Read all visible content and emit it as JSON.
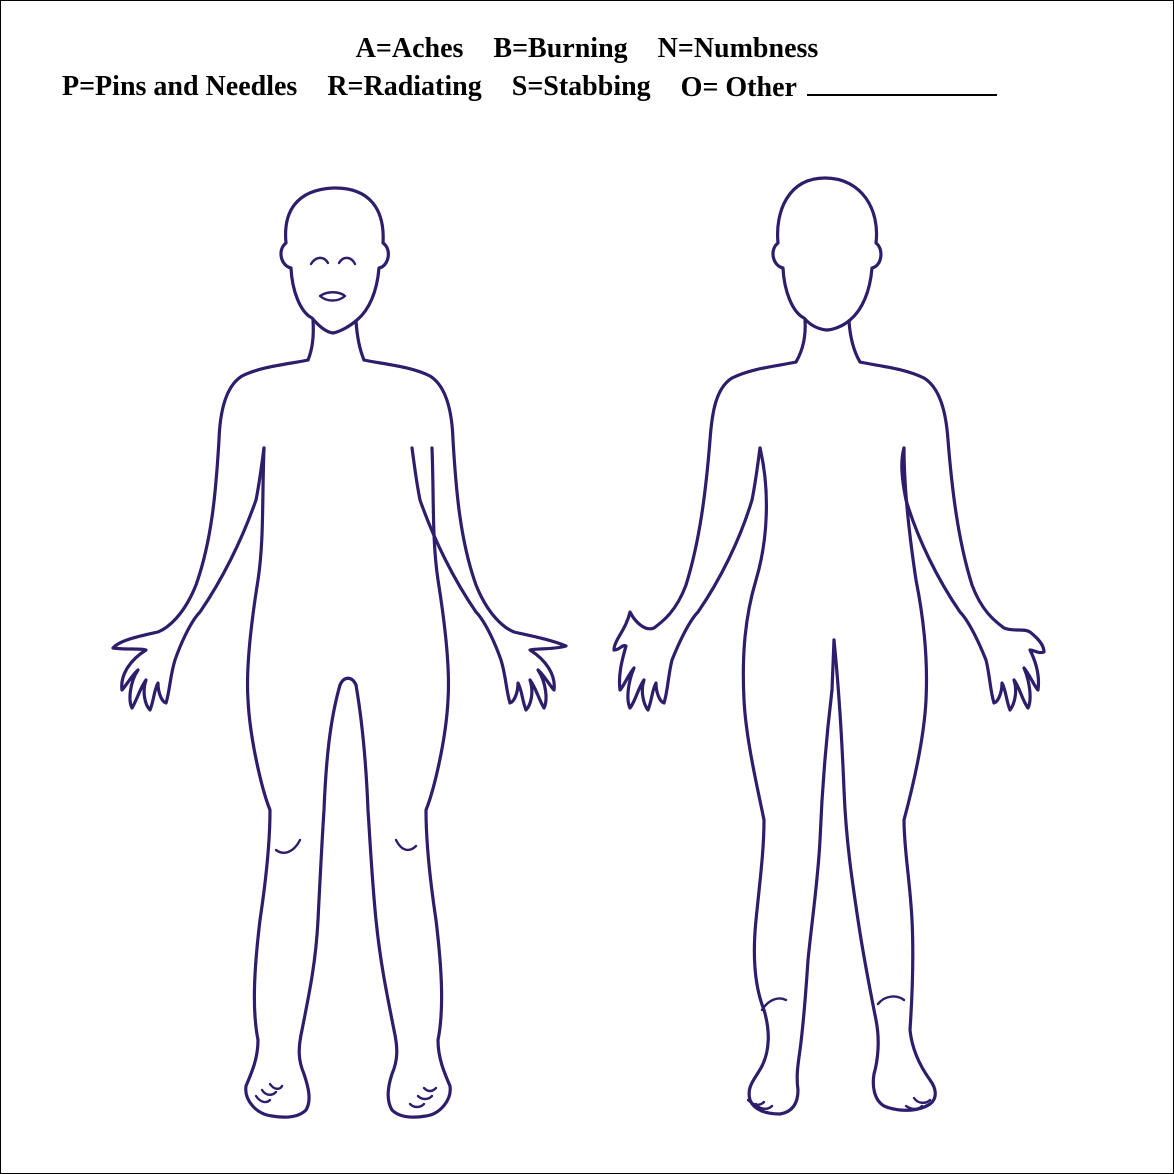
{
  "legend": {
    "row1": [
      {
        "code": "A",
        "text": "A=Aches"
      },
      {
        "code": "B",
        "text": "B=Burning"
      },
      {
        "code": "N",
        "text": "N=Numbness"
      }
    ],
    "row2": [
      {
        "code": "P",
        "text": "P=Pins and Needles"
      },
      {
        "code": "R",
        "text": "R=Radiating"
      },
      {
        "code": "S",
        "text": "S=Stabbing"
      },
      {
        "code": "O",
        "text": "O= Other"
      }
    ]
  },
  "colors": {
    "outline": "#2e1d6b",
    "text": "#000000",
    "background": "#ffffff"
  }
}
